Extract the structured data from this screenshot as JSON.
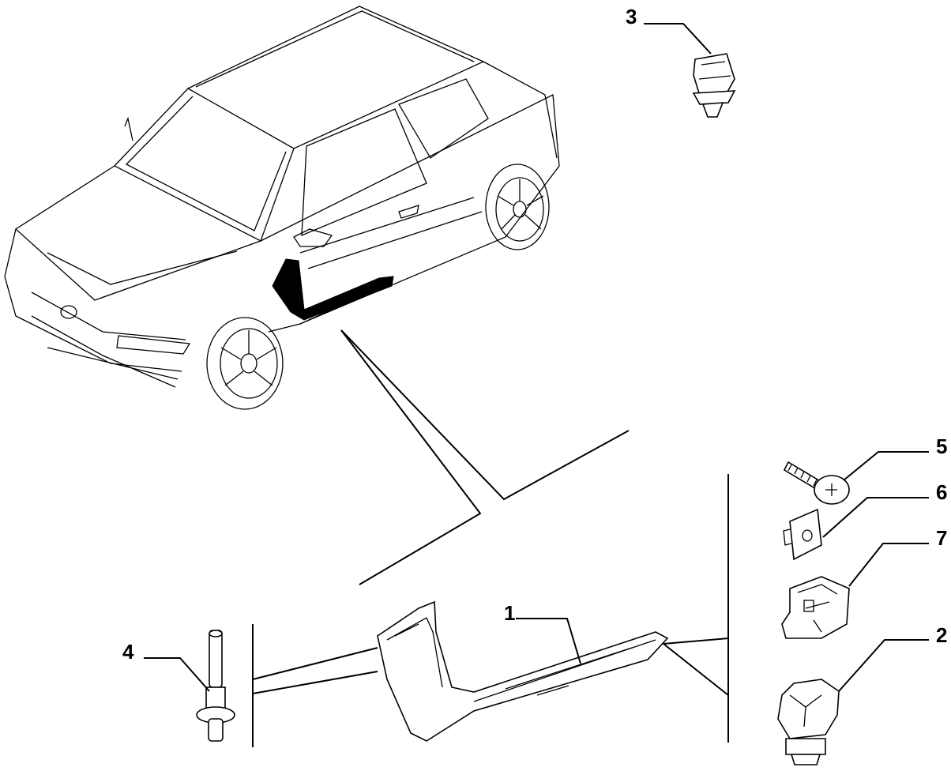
{
  "callouts": {
    "c1": "1",
    "c2": "2",
    "c3": "3",
    "c4": "4",
    "c5": "5",
    "c6": "6",
    "c7": "7"
  },
  "colors": {
    "line": "#000000",
    "background": "#ffffff",
    "highlight": "#000000"
  }
}
